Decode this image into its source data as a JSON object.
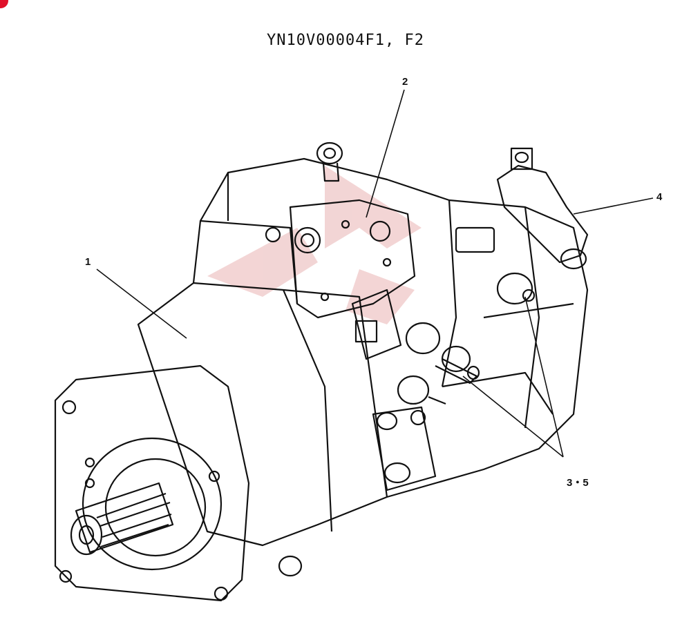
{
  "diagram": {
    "title": "YN10V00004F1, F2",
    "callouts": [
      "1",
      "2",
      "3・5",
      "4"
    ],
    "watermark_color": "#e9b3b3",
    "accent_mark_color": "#e0102a"
  }
}
